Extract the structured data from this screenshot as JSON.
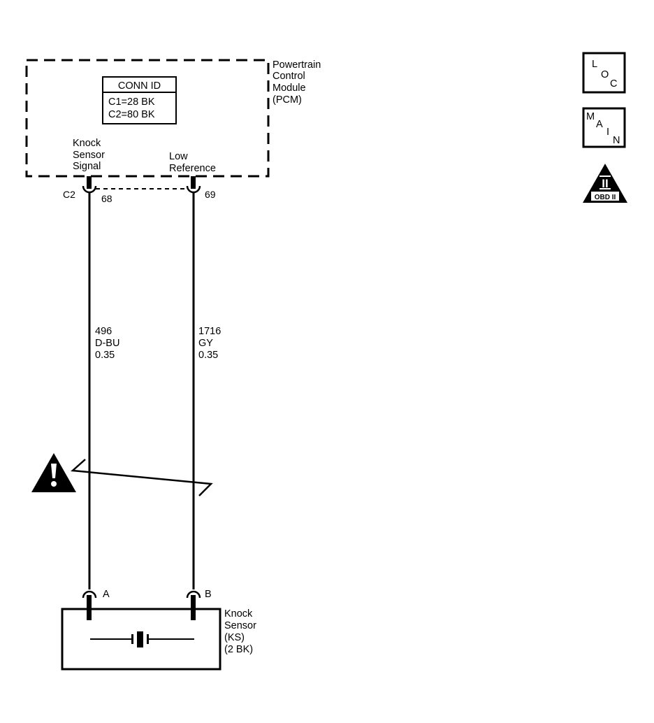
{
  "pcm": {
    "name_lines": [
      "Powertrain",
      "Control",
      "Module",
      "(PCM)"
    ],
    "conn_id": {
      "title": "CONN ID",
      "rows": [
        "C1=28 BK",
        "C2=80 BK"
      ]
    },
    "pin_labels": {
      "signal": [
        "Knock",
        "Sensor",
        "Signal"
      ],
      "low_ref": [
        "Low",
        "Reference"
      ]
    },
    "connector": "C2",
    "pins": {
      "signal": "68",
      "low_ref": "69"
    }
  },
  "wires": {
    "signal": {
      "circuit": "496",
      "color": "D-BU",
      "gauge": "0.35"
    },
    "low_ref": {
      "circuit": "1716",
      "color": "GY",
      "gauge": "0.35"
    }
  },
  "sensor": {
    "name_lines": [
      "Knock",
      "Sensor",
      "(KS)",
      "(2 BK)"
    ],
    "pins": {
      "a": "A",
      "b": "B"
    }
  },
  "icons": {
    "loc": [
      "L",
      "O",
      "C"
    ],
    "main": [
      "M",
      "A",
      "I",
      "N"
    ],
    "obd": {
      "numeral": "II",
      "label": "OBD II"
    }
  }
}
